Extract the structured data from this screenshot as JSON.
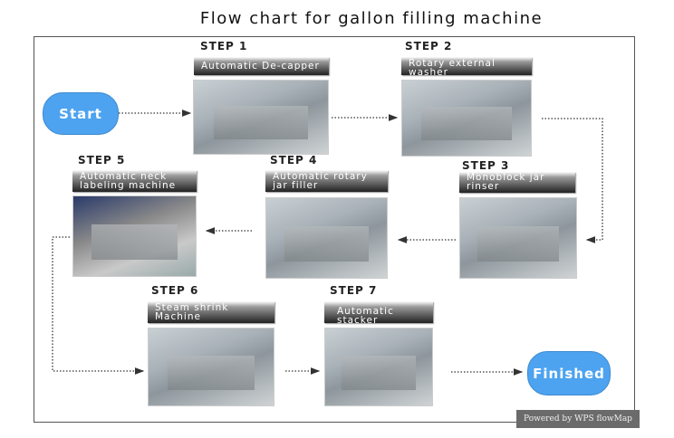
{
  "title": "Flow chart for gallon filling machine",
  "start": "Start",
  "finished": "Finished",
  "steps": [
    {
      "label": "STEP 1",
      "name": "Automatic De-capper"
    },
    {
      "label": "STEP 2",
      "name": "Rotary external washer"
    },
    {
      "label": "STEP 3",
      "name": "Monoblock jar rinser"
    },
    {
      "label": "STEP 4",
      "name": "Automatic rotary jar filler"
    },
    {
      "label": "STEP 5",
      "name": "Automatic neck labeling machine"
    },
    {
      "label": "STEP 6",
      "name": "Steam shrink Machine"
    },
    {
      "label": "STEP 7",
      "name": "Automatic stacker"
    }
  ],
  "watermark": "Powered by WPS flowMap"
}
